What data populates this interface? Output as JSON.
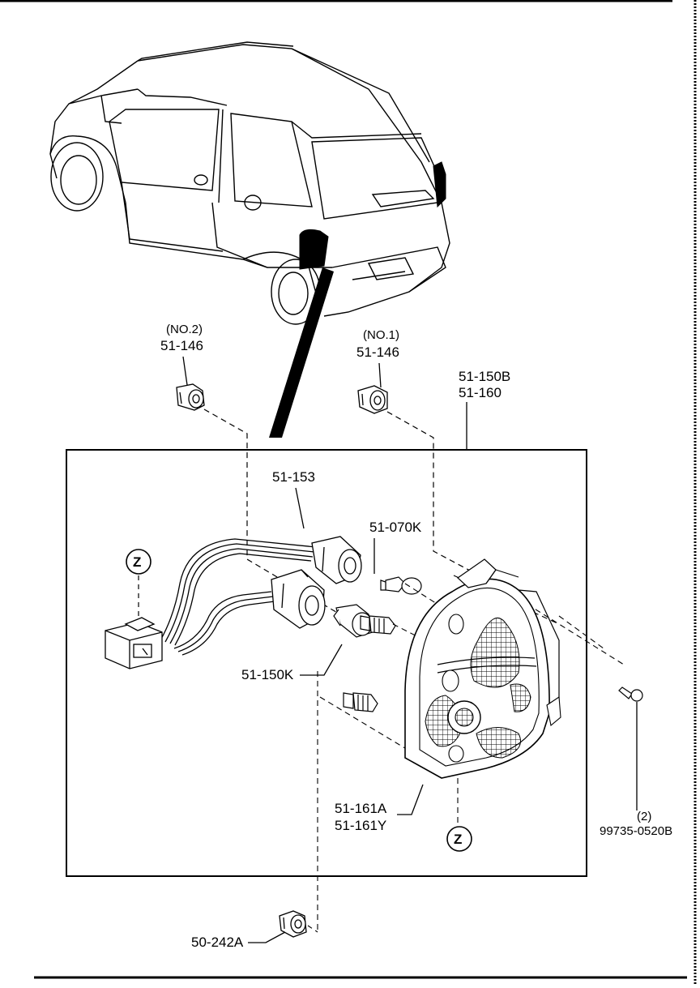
{
  "labels": {
    "no2": "(NO.2)",
    "p51_146_a": "51-146",
    "no1": "(NO.1)",
    "p51_146_b": "51-146",
    "p51_150b": "51-150B",
    "p51_160": "51-160",
    "p51_153": "51-153",
    "p51_070k": "51-070K",
    "p51_150k": "51-150K",
    "p51_161a": "51-161A",
    "p51_161y": "51-161Y",
    "qty2": "(2)",
    "p99735": "99735-0520B",
    "p50_242a": "50-242A",
    "z_top": "Z",
    "z_bottom": "Z"
  }
}
